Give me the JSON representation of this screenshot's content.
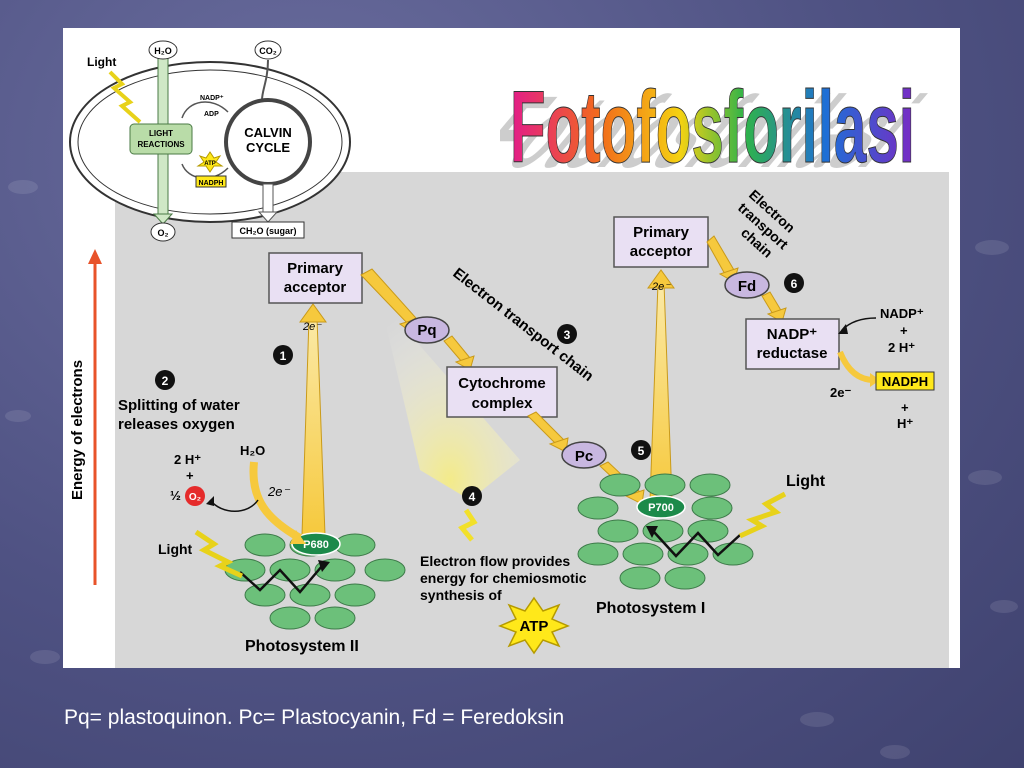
{
  "slide": {
    "title": "Fotofosforilasi",
    "caption": "Pq= plastoquinon. Pc= Plastocyanin, Fd = Feredoksin"
  },
  "inset": {
    "light": "Light",
    "h2o_top": "H₂O",
    "co2": "CO₂",
    "nadp": "NADP⁺",
    "adp": "ADP",
    "light_reactions_1": "LIGHT",
    "light_reactions_2": "REACTIONS",
    "atp": "ATP",
    "nadph": "NADPH",
    "calvin_1": "CALVIN",
    "calvin_2": "CYCLE",
    "o2": "O₂",
    "sugar": "CH₂O (sugar)"
  },
  "diagram": {
    "y_axis": "Energy of electrons",
    "ps2": {
      "acceptor_1": "Primary",
      "acceptor_2": "acceptor",
      "e": "2e⁻",
      "step1": "1",
      "step2": "2",
      "split_1": "Splitting of water",
      "split_2": "releases oxygen",
      "h2o": "H₂O",
      "two_h": "2 H⁺",
      "plus": "+",
      "half": "½",
      "o2": "O₂",
      "e2": "2e⁻",
      "light": "Light",
      "center": "P680",
      "label": "Photosystem II"
    },
    "etc1": {
      "label": "Electron transport chain",
      "step": "3",
      "pq": "Pq",
      "cyto_1": "Cytochrome",
      "cyto_2": "complex",
      "pc": "Pc"
    },
    "atp_section": {
      "step": "4",
      "text_1": "Electron flow provides",
      "text_2": "energy for chemiosmotic",
      "text_3": "synthesis of",
      "atp": "ATP"
    },
    "ps1": {
      "step5": "5",
      "acceptor_1": "Primary",
      "acceptor_2": "acceptor",
      "e": "2e⁻",
      "light": "Light",
      "center": "P700",
      "label": "Photosystem I"
    },
    "etc2": {
      "label_1": "Electron",
      "label_2": "transport",
      "label_3": "chain",
      "step": "6",
      "fd": "Fd",
      "reductase_1": "NADP⁺",
      "reductase_2": "reductase",
      "nadp": "NADP⁺",
      "plus": "+",
      "two_h": "2 H⁺",
      "e": "2e⁻",
      "nadph": "NADPH",
      "plus2": "+",
      "h": "H⁺"
    }
  },
  "colors": {
    "panel_gray": "#d7d7d7",
    "box_fill": "#e9e0f3",
    "carrier_fill": "#c8b7e0",
    "arrow_yellow": "#f6c93d",
    "green": "#6cc07a",
    "red_arrow": "#e8532a"
  }
}
